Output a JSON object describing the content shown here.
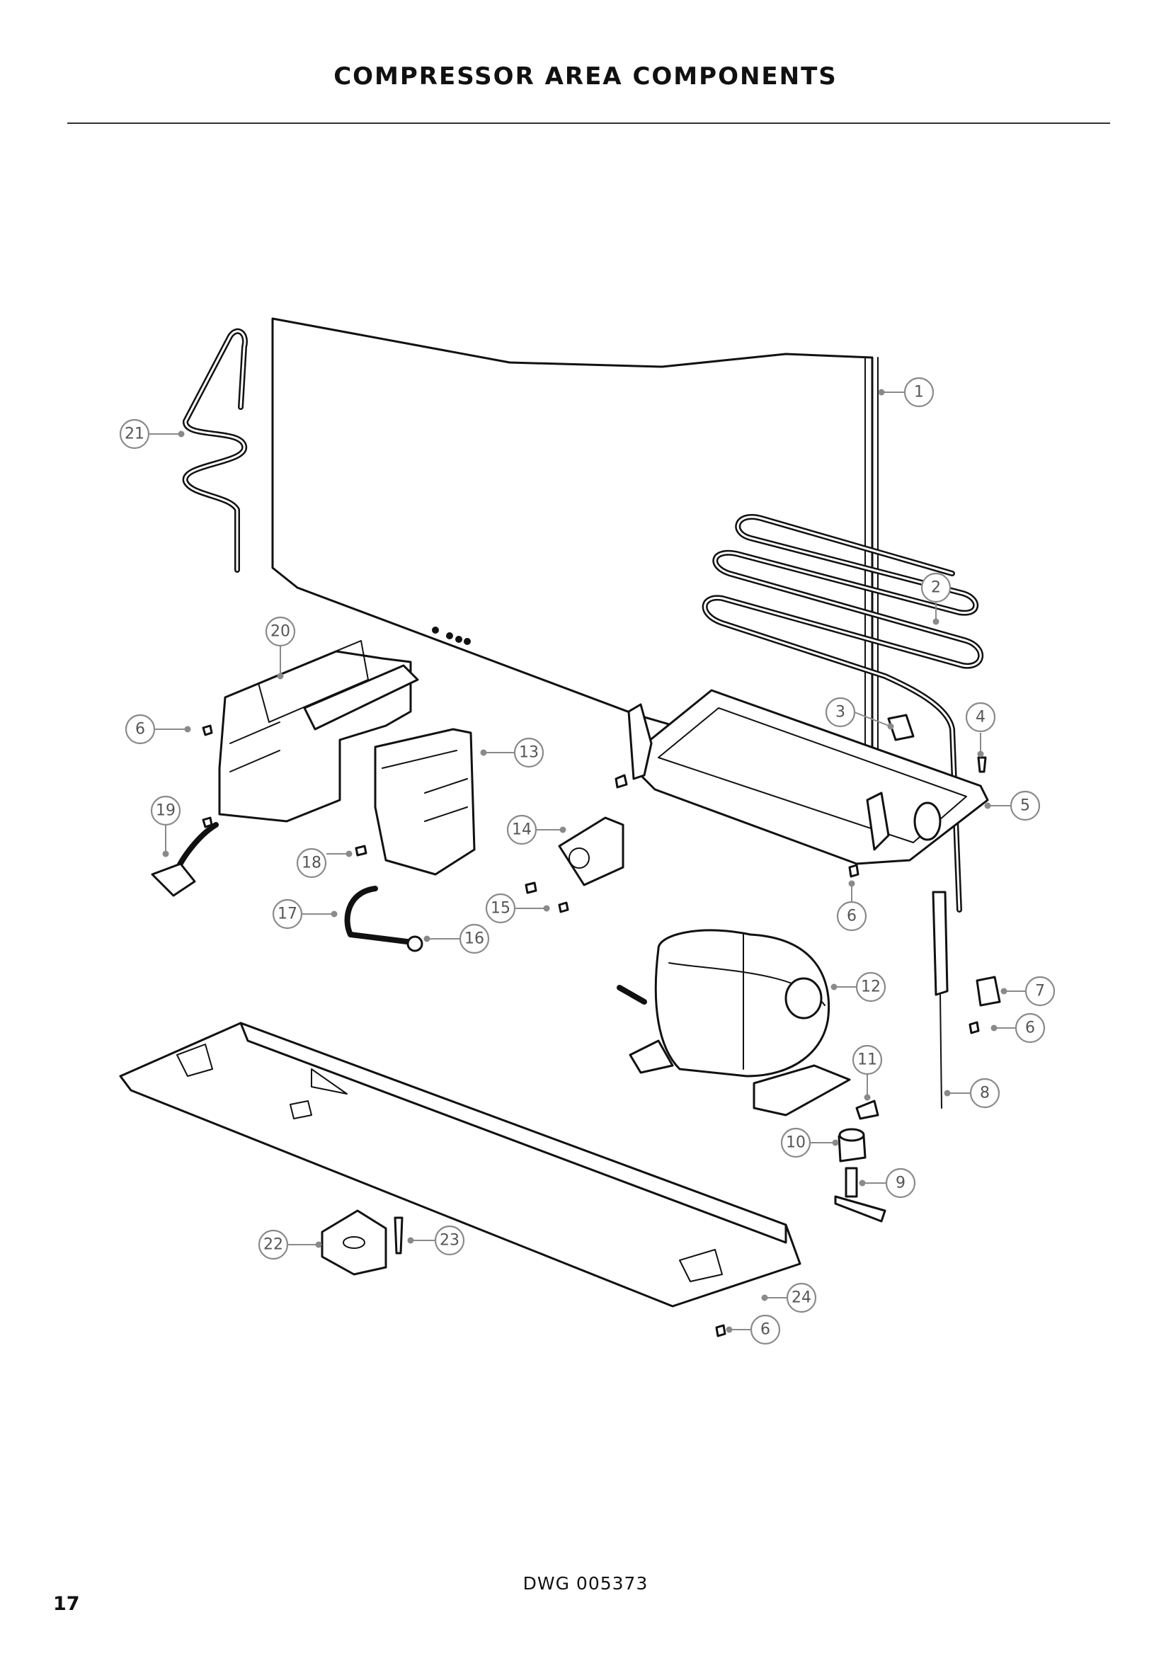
{
  "page": {
    "title": "COMPRESSOR AREA COMPONENTS",
    "drawing_number": "DWG 005373",
    "page_number": "17"
  },
  "callouts": [
    {
      "label": "1",
      "part": "back-panel"
    },
    {
      "label": "2",
      "part": "condenser-coil"
    },
    {
      "label": "3",
      "part": "tube-clip"
    },
    {
      "label": "4",
      "part": "screw"
    },
    {
      "label": "5",
      "part": "evaporation-tray"
    },
    {
      "label": "6",
      "part": "screw"
    },
    {
      "label": "7",
      "part": "tube-bracket"
    },
    {
      "label": "8",
      "part": "drier-filter"
    },
    {
      "label": "9",
      "part": "process-valve"
    },
    {
      "label": "10",
      "part": "grommet"
    },
    {
      "label": "11",
      "part": "compressor-clip"
    },
    {
      "label": "12",
      "part": "compressor"
    },
    {
      "label": "13",
      "part": "inverter-module"
    },
    {
      "label": "14",
      "part": "fan-motor"
    },
    {
      "label": "15",
      "part": "screw"
    },
    {
      "label": "16",
      "part": "earth-screw"
    },
    {
      "label": "17",
      "part": "earth-wire"
    },
    {
      "label": "18",
      "part": "screw"
    },
    {
      "label": "19",
      "part": "power-cord"
    },
    {
      "label": "20",
      "part": "control-box"
    },
    {
      "label": "21",
      "part": "heater-loop"
    },
    {
      "label": "22",
      "part": "leveling-bracket"
    },
    {
      "label": "23",
      "part": "bolt"
    },
    {
      "label": "24",
      "part": "base-plate"
    }
  ]
}
